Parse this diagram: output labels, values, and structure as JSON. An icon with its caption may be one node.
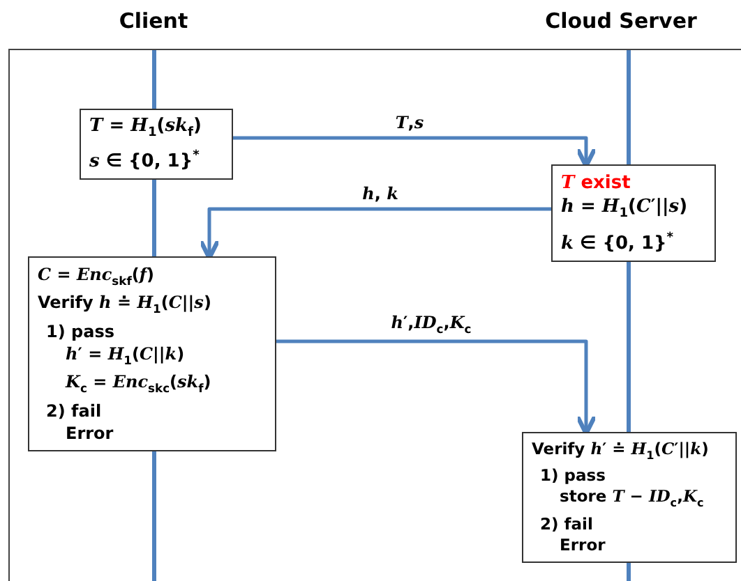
{
  "diagram": {
    "nodes": [
      {
        "text": [
          "Client"
        ]
      },
      {
        "text": [
          "Cloud Server"
        ]
      },
      {
        "text": [],
        "shape": "bar"
      },
      {
        "text": [],
        "shape": "bar"
      },
      {
        "text": [
          "*T* = *H*$_{1}$(*sk*$_{f}$)",
          "*s* ∈ {0, 1}$^{*}$"
        ]
      },
      {
        "text": [
          "*T* exist",
          "*h* = *H*$_{1}$(*C*′||*s*)",
          "*k* ∈ {0, 1}$^{*}$"
        ]
      },
      {
        "text": [
          "*C* = *Enc*$_{sk}$$_{f}$(*f*)",
          "Verify *h* ≐ *H*$_{1}$(*C*||*s*)",
          "1) pass",
          "*h*′ = *H*$_{1}$(*C*||*k*)",
          "*K*$_{c}$ = *Enc*$_{sk}$$_{c}$(*sk*$_{f}$)",
          "2) fail",
          "Error"
        ]
      },
      {
        "text": [
          "Verify *h*′ ≐ *H*$_{1}$(*C*′||*k*)",
          "1) pass",
          "store *T* − *ID*$_{c}$,*K*$_{c}$",
          "2) fail",
          "Error"
        ]
      }
    ],
    "edges": [
      {
        "from": 4,
        "to": 5,
        "arrow": "to",
        "label": "*T*,*s*"
      },
      {
        "from": 5,
        "to": 6,
        "arrow": "to",
        "label": "*h*, *k*"
      },
      {
        "from": 6,
        "to": 7,
        "arrow": "to",
        "label": "*h*′,*ID*$_{c}$,*K*$_{c}$"
      }
    ]
  }
}
